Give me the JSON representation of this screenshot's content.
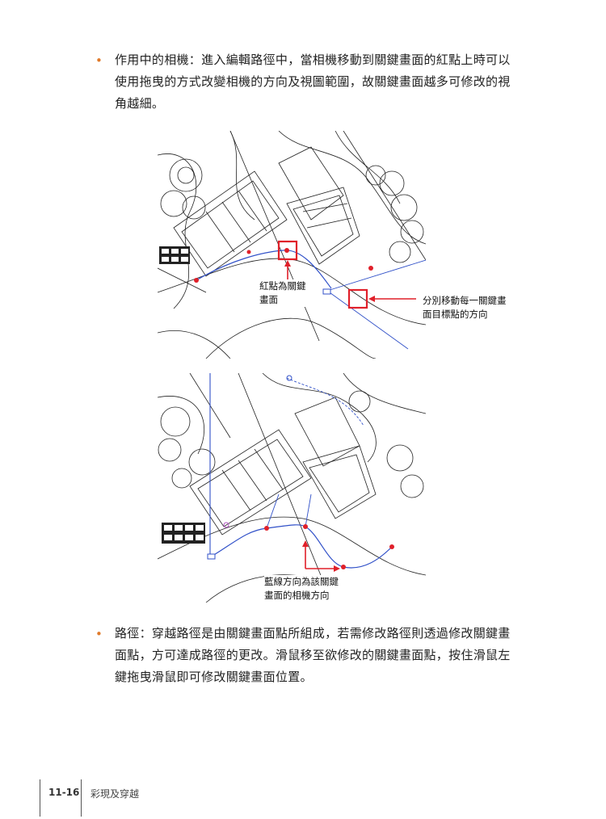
{
  "paragraph1": {
    "lines": [
      "作用中的相機：進入編輯路徑中，當相機移動到關鍵畫面的紅點上時可以",
      "使用拖曳的方式改變相機的方向及視圖範圍，故關鍵畫面越多可修改的視",
      "角越細。"
    ]
  },
  "figure1": {
    "callout_red_points": [
      "紅點為關鍵",
      "畫面"
    ],
    "callout_move": [
      "分別移動每一關鍵畫",
      "面目標點的方向"
    ]
  },
  "figure2": {
    "callout_blue_lines": [
      "藍線方向為該關鍵",
      "畫面的相機方向"
    ]
  },
  "paragraph2": {
    "lines": [
      "路徑：穿越路徑是由關鍵畫面點所組成，若需修改路徑則透過修改關鍵畫",
      "面點，方可達成路徑的更改。滑鼠移至欲修改的關鍵畫面點，按住滑鼠左",
      "鍵拖曳滑鼠即可修改關鍵畫面位置。"
    ]
  },
  "footer": {
    "page_number": "11-16",
    "chapter_title": "彩現及穿越"
  },
  "colors": {
    "bullet": "#e07a2a",
    "keyframe_red": "#e0202a",
    "path_blue": "#3050c8",
    "callout_box": "#e0202a"
  }
}
